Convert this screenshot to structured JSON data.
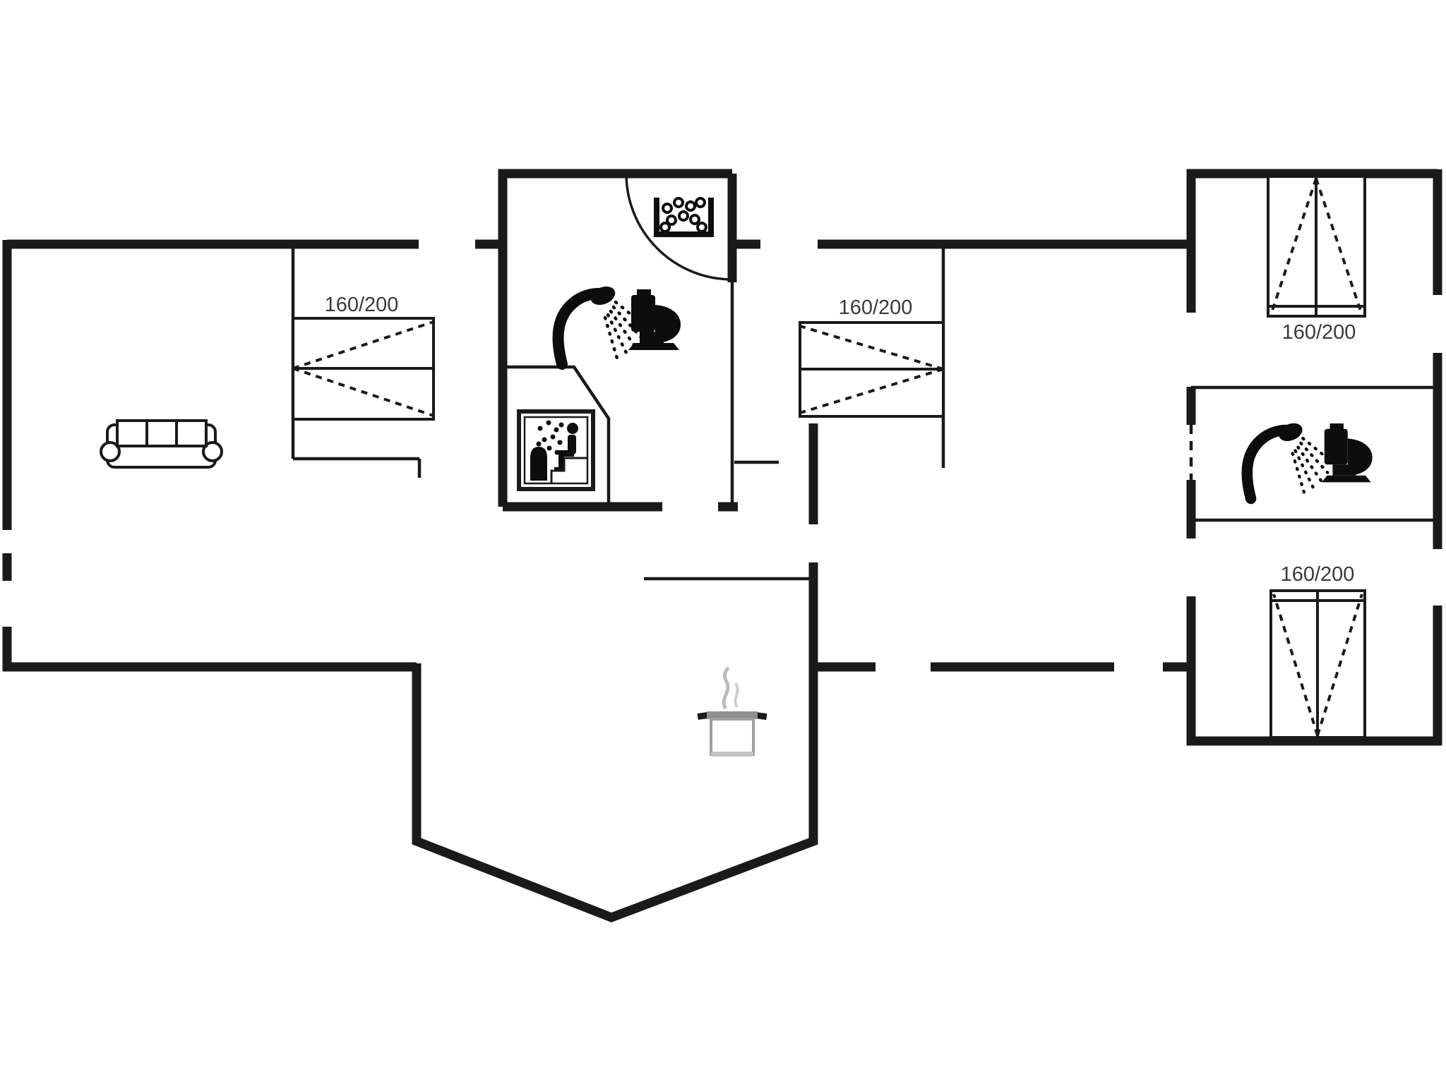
{
  "plan": {
    "type": "floor-plan",
    "beds": [
      {
        "label": "160/200",
        "room": "bedroom-left"
      },
      {
        "label": "160/200",
        "room": "bedroom-middle"
      },
      {
        "label": "160/200",
        "room": "bedroom-top-right"
      },
      {
        "label": "160/200",
        "room": "bedroom-bottom-right"
      }
    ],
    "icons": [
      "shower-icon",
      "toilet-icon",
      "sauna-icon",
      "whirlpool-basin-icon",
      "cooking-pot-icon",
      "sofa-symbol",
      "door-swing-arc"
    ],
    "colors": {
      "wall": "#1a1a1a",
      "label_text": "#3a3a3a",
      "smoke": "#bcbcbc",
      "pot_gray": "#8f8f8f",
      "background": "#ffffff"
    }
  }
}
